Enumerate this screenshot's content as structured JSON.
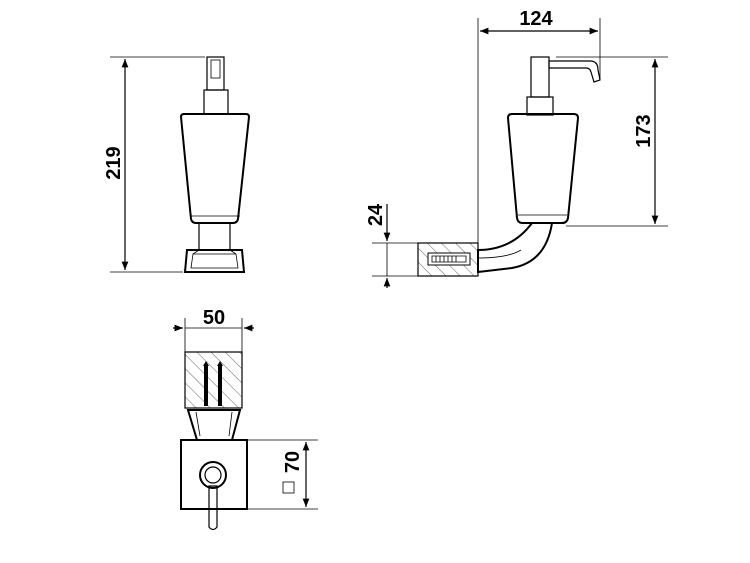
{
  "dimensions": {
    "front_height": "219",
    "side_width": "124",
    "side_height": "173",
    "wall_plate_height": "24",
    "top_width": "50",
    "flange_size": "70"
  },
  "symbols": {
    "square_symbol": "square-icon"
  },
  "colors": {
    "line": "#000000",
    "background": "#ffffff"
  }
}
